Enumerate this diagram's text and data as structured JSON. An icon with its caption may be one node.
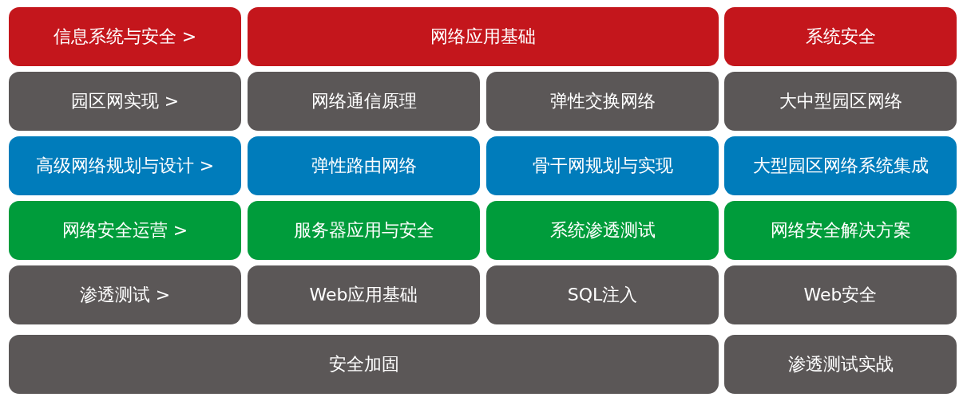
{
  "diagram": {
    "nodes": [
      {
        "text": [
          "信息系统与安全 >"
        ]
      },
      {
        "text": [
          "网络应用基础"
        ]
      },
      {
        "text": [
          "系统安全"
        ]
      },
      {
        "text": [
          "园区网实现 >"
        ]
      },
      {
        "text": [
          "网络通信原理"
        ]
      },
      {
        "text": [
          "弹性交换网络"
        ]
      },
      {
        "text": [
          "大中型园区网络"
        ]
      },
      {
        "text": [
          "高级网络规划与设计 >"
        ]
      },
      {
        "text": [
          "弹性路由网络"
        ]
      },
      {
        "text": [
          "骨干网规划与实现"
        ]
      },
      {
        "text": [
          "大型园区网络系统集成"
        ]
      },
      {
        "text": [
          "网络安全运营 >"
        ]
      },
      {
        "text": [
          "服务器应用与安全"
        ]
      },
      {
        "text": [
          "系统渗透测试"
        ]
      },
      {
        "text": [
          "网络安全解决方案"
        ]
      },
      {
        "text": [
          "渗透测试 >"
        ]
      },
      {
        "text": [
          "Web应用基础"
        ]
      },
      {
        "text": [
          "SQL注入"
        ]
      },
      {
        "text": [
          "Web安全"
        ]
      },
      {
        "text": [
          "安全加固"
        ]
      },
      {
        "text": [
          "渗透测试实战"
        ]
      }
    ]
  }
}
